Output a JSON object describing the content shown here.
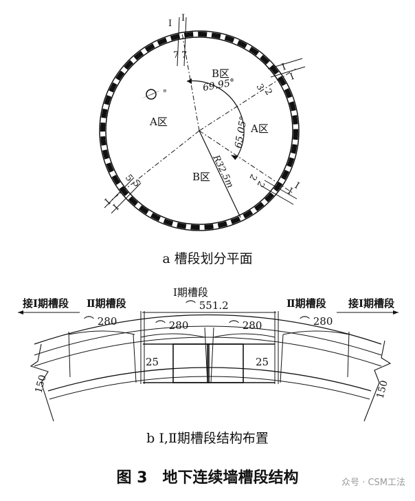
{
  "plan": {
    "zones": {
      "b_top": "B区",
      "a_left": "A区",
      "a_right": "A区",
      "b_bottom": "B区"
    },
    "angles": {
      "upper": "69.95°",
      "right": "65.05°"
    },
    "radius": "R32.5m",
    "section_marks": {
      "top": [
        "I",
        "I",
        "7",
        "7"
      ],
      "upper_right": [
        "I",
        "I",
        "3",
        "2"
      ],
      "lower_right": [
        "I",
        "I",
        "2",
        "2"
      ],
      "lower_left": [
        "I",
        "I",
        "5",
        "5"
      ]
    },
    "caption": "a 槽段划分平面"
  },
  "layout_b": {
    "center_title": "I期槽段",
    "center_span": "⌒ 551.2",
    "left_dir": "接I期槽段",
    "left_group": "Ⅱ期槽段",
    "right_group": "Ⅱ期槽段",
    "right_dir": "接I期槽段",
    "arc_280": "⌒ 280",
    "gap": "25",
    "thickness_left": "150",
    "thickness_right": "150",
    "caption": "b Ⅰ,Ⅱ期槽段结构布置"
  },
  "figure_title": "图 3　地下连续墙槽段结构",
  "watermark": "众号 · CSM工法"
}
